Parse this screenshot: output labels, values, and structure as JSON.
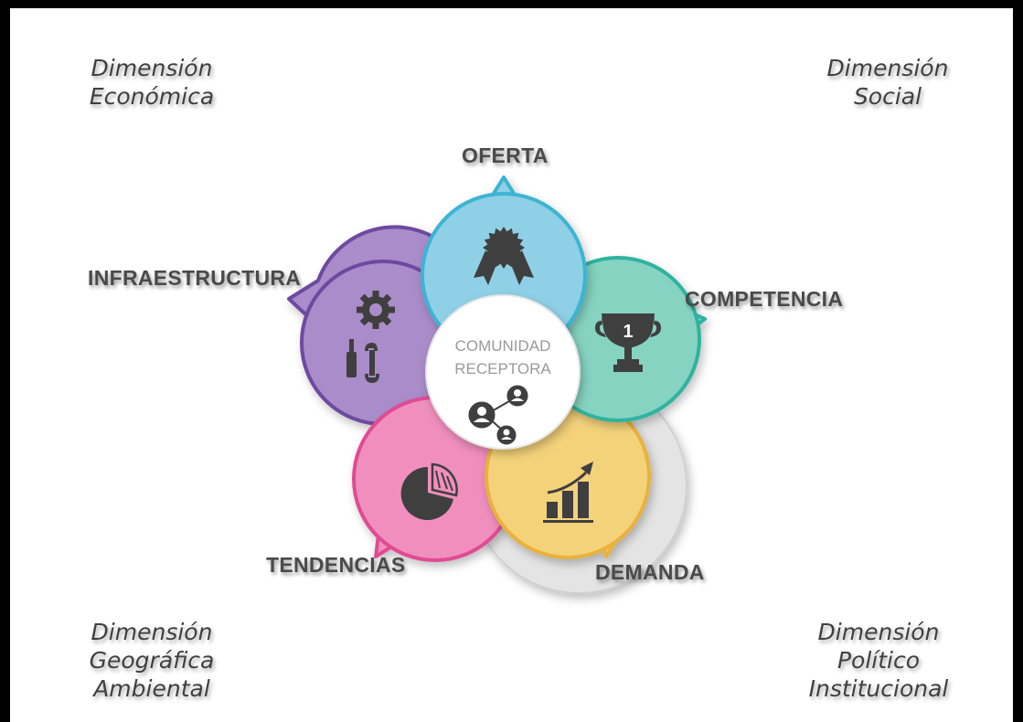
{
  "dimensions": {
    "economica": [
      "Dimensión",
      "Económica"
    ],
    "social": [
      "Dimensión",
      "Social"
    ],
    "geografica": [
      "Dimensión",
      "Geográfica",
      "Ambiental"
    ],
    "politico": [
      "Dimensión",
      "Político",
      "Institucional"
    ]
  },
  "petals": {
    "oferta": {
      "label": "OFERTA",
      "color": "#8fd0e6",
      "border": "#3cb4d4",
      "icon": "award-badge-icon"
    },
    "competencia": {
      "label": "COMPETENCIA",
      "color": "#86d3c2",
      "border": "#2db3a0",
      "icon": "trophy-icon",
      "trophy_number": "1"
    },
    "demanda": {
      "label": "DEMANDA",
      "color": "#f4d27a",
      "border": "#e8b23a",
      "icon": "growth-chart-icon"
    },
    "tendencias": {
      "label": "TENDENCIAS",
      "color": "#f08fbd",
      "border": "#e04c93",
      "icon": "pie-chart-icon"
    },
    "infraestructura": {
      "label": "INFRAESTRUCTURA",
      "color": "#a98cc9",
      "border": "#6e4aa0",
      "icon": "tools-icon"
    }
  },
  "center": {
    "line1": "COMUNIDAD",
    "line2": "RECEPTORA",
    "icon": "community-people-icon"
  }
}
